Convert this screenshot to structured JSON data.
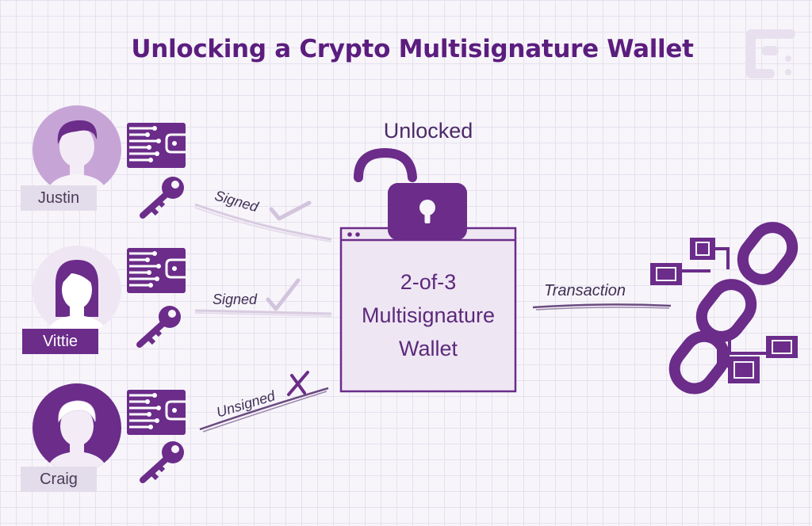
{
  "title": "Unlocking a Crypto Multisignature Wallet",
  "lock_status": "Unlocked",
  "wallet": {
    "line1": "2-of-3",
    "line2": "Multisignature",
    "line3": "Wallet"
  },
  "transaction_label": "Transaction",
  "participants": [
    {
      "name": "Justin",
      "status": "Signed",
      "mark": "check"
    },
    {
      "name": "Vittie",
      "status": "Signed",
      "mark": "check"
    },
    {
      "name": "Craig",
      "status": "Unsigned",
      "mark": "cross"
    }
  ],
  "colors": {
    "primary": "#6b2c8a",
    "dark": "#5b1d7e",
    "light": "#c6a5d6",
    "pale": "#efe6f3",
    "background": "#f7f5fa"
  }
}
